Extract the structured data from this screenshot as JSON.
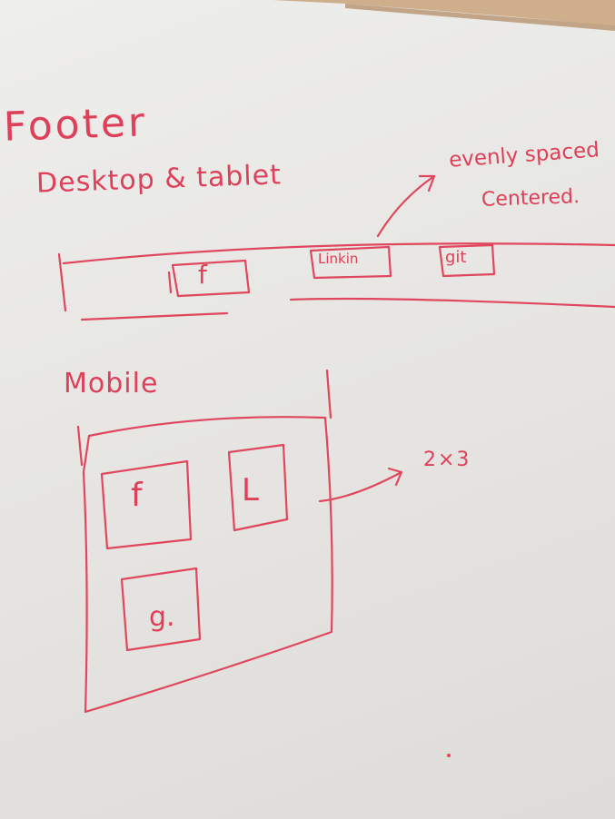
{
  "colors": {
    "board": "#e9e8e6",
    "marker": "#e0475e",
    "frame": "#c9a37a"
  },
  "headings": {
    "footer": "Footer",
    "desktop_tablet": "Desktop & tablet",
    "mobile": "Mobile"
  },
  "annotations": {
    "evenly_spaced": "evenly spaced",
    "centered": "Centered.",
    "grid": "2×3"
  },
  "desktop_icons": {
    "facebook": "f",
    "linkedin": "Linkin",
    "git": "git"
  },
  "mobile_icons": {
    "facebook": "f",
    "linkedin": "L",
    "third": "g."
  }
}
